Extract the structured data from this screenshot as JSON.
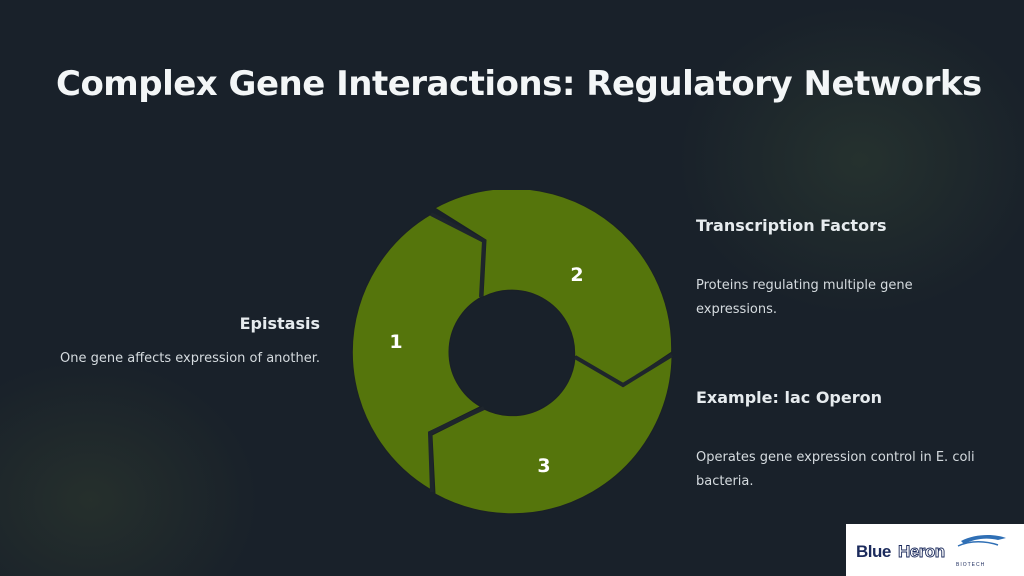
{
  "slide": {
    "title": "Complex Gene Interactions: Regulatory Networks"
  },
  "diagram": {
    "segments": [
      {
        "number": "1"
      },
      {
        "number": "2"
      },
      {
        "number": "3"
      }
    ],
    "colors": {
      "segment_fill": "#55750c",
      "segment_border": "#1a2026"
    }
  },
  "items": [
    {
      "heading": "Epistasis",
      "description": "One gene affects expression of another."
    },
    {
      "heading": "Transcription Factors",
      "description": "Proteins regulating multiple gene expressions."
    },
    {
      "heading": "Example: lac Operon",
      "description": "Operates gene expression control in E. coli bacteria."
    }
  ],
  "logo": {
    "name": "BlueHeron",
    "tagline": "BIOTECH"
  }
}
